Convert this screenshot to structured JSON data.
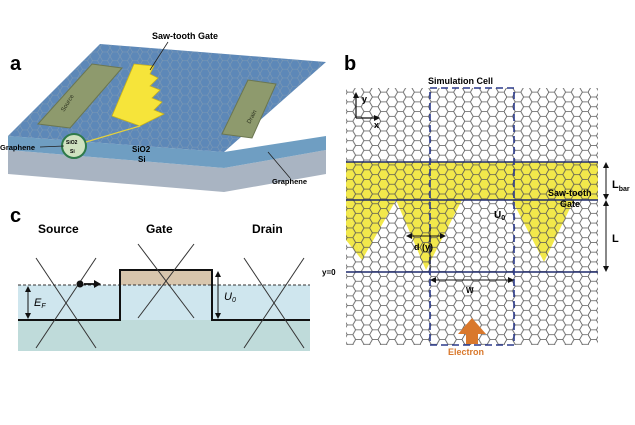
{
  "panel_a": {
    "label": "a",
    "gate_label": "Saw-tooth Gate",
    "source_label": "Source",
    "drain_label": "Drain",
    "sio2_label": "SiO2",
    "si_label": "Si",
    "graphene_left": "Graphene",
    "graphene_right": "Graphene",
    "inset_sio2": "SiO2",
    "inset_si": "Si"
  },
  "panel_b": {
    "label": "b",
    "cell_label": "Simulation Cell",
    "y_axis": "y",
    "x_axis": "x",
    "lbar_label": "L",
    "lbar_sub": "bar",
    "gate_label_1": "Saw-tooth",
    "gate_label_2": "Gate",
    "u0_label": "U",
    "u0_sub": "0",
    "l_label": "L",
    "d_label": "d (y)",
    "y0_label": "y=0",
    "w_label": "W",
    "electron_label": "Electron"
  },
  "panel_c": {
    "label": "c",
    "source_label": "Source",
    "gate_label": "Gate",
    "drain_label": "Drain",
    "ef_label": "E",
    "ef_sub": "F",
    "u0_label": "U",
    "u0_sub": "0"
  },
  "colors": {
    "gate_yellow": "#f2e84b",
    "barrier_tan": "#d8c6ad",
    "well_blue": "#cfe6ee",
    "electron_orange": "#d9782c",
    "cell_blue": "#2b3a8c"
  }
}
